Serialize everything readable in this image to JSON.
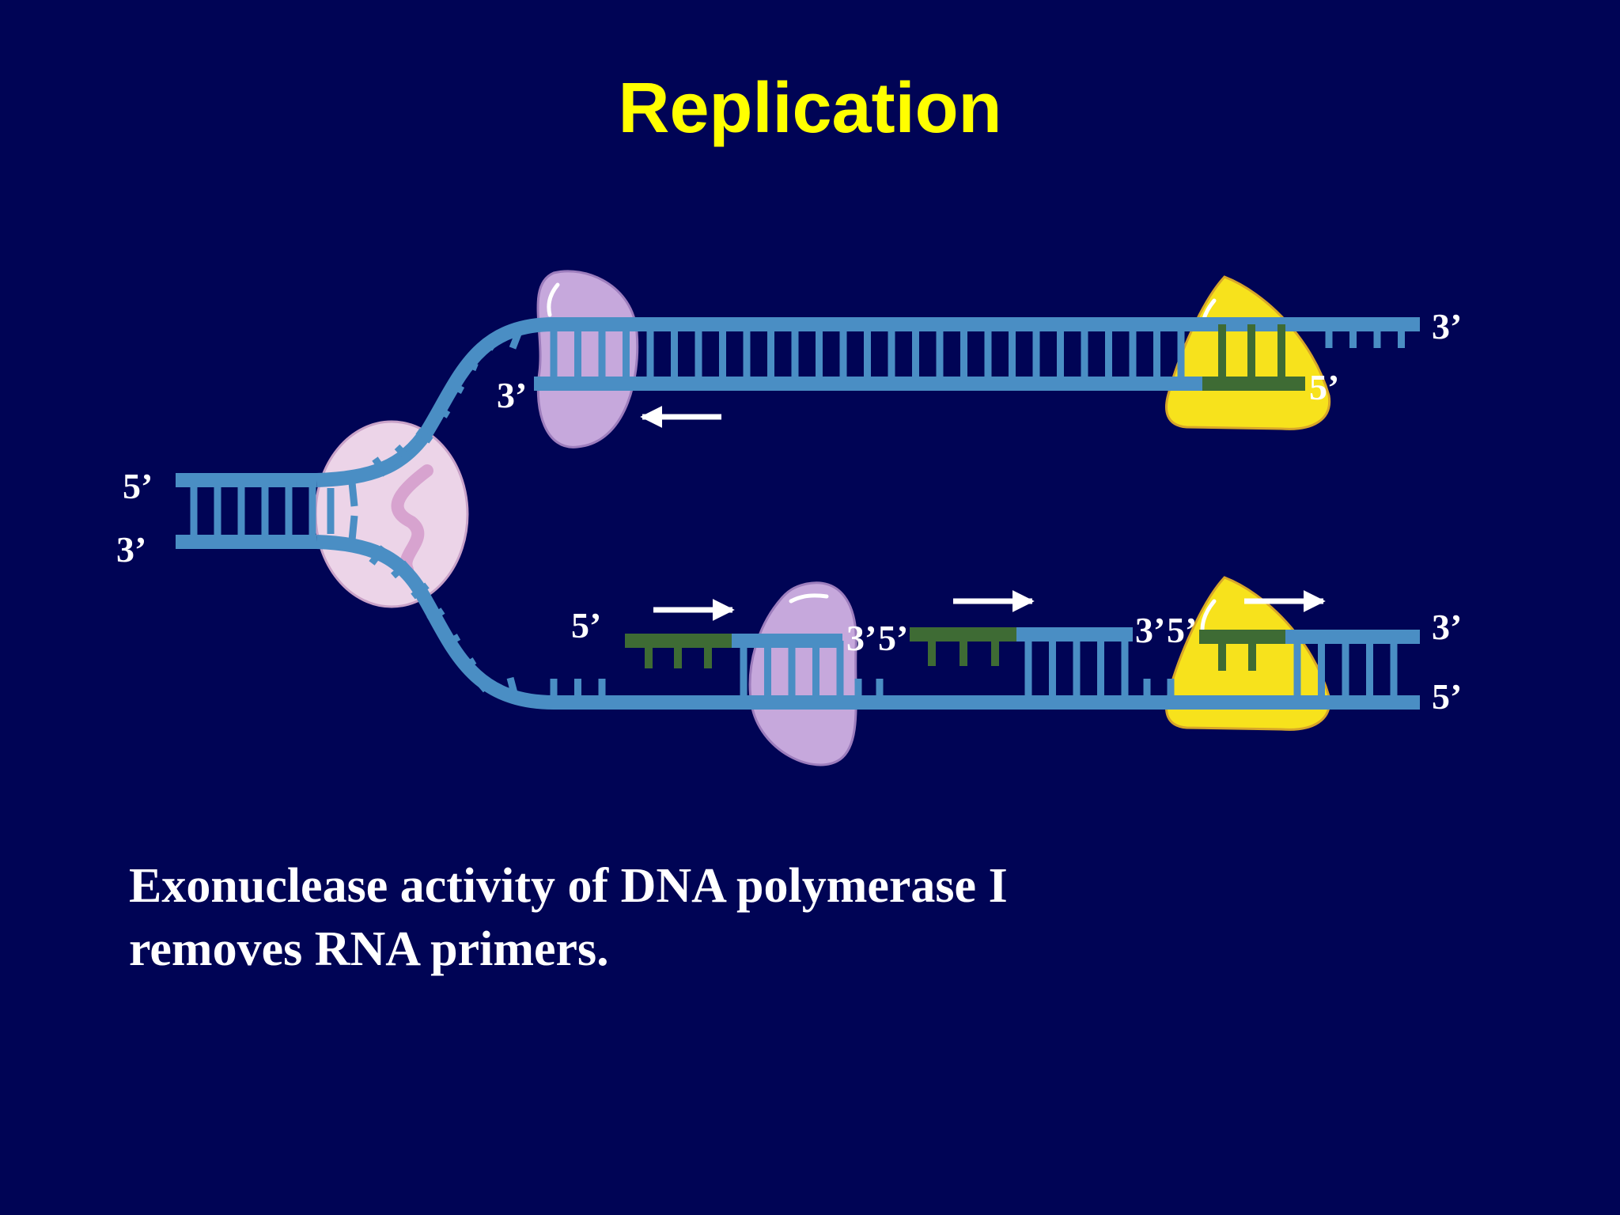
{
  "slide": {
    "title": "Replication",
    "caption_lines": [
      "Exonuclease activity of DNA polymerase I",
      "removes RNA primers."
    ]
  },
  "labels": {
    "parent_top": "5’",
    "parent_bottom": "3’",
    "upper_strand_right": "3’",
    "upper_new_left": "3’",
    "upper_primer_right": "5’",
    "lower_new_left": "5’",
    "lower_fragment1_3": "3’",
    "lower_fragment2_5": "5’",
    "lower_fragment2_3": "3’",
    "lower_fragment3_5": "5’",
    "lower_strand_right_top": "3’",
    "lower_strand_right_bottom": "5’"
  },
  "colors": {
    "background": "#000455",
    "title": "#ffff00",
    "dna": "#4a8ec4",
    "rna_primer": "#3e6b34",
    "helicase": "#ecd4e8",
    "polymerase_iii": "#c6a8dc",
    "polymerase_i": "#f7e21c",
    "arrow": "#ffffff"
  }
}
